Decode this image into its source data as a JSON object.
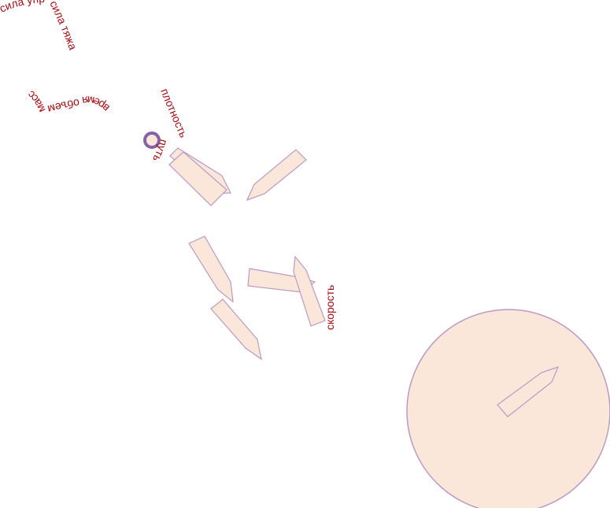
{
  "colors": {
    "background": "#ffffff",
    "shape_fill": "#fbe7da",
    "shape_stroke": "#b99ac6",
    "label_text": "#a30d14",
    "ring_stroke": "#8562a8"
  },
  "labels": {
    "sila_upr": "сила упр",
    "sila_tyazh": "сила тяжа",
    "vremya": "время",
    "obem": "объем",
    "massa": "масса",
    "plotnost": "плотность",
    "put": "путь",
    "skorost": "скорость"
  }
}
